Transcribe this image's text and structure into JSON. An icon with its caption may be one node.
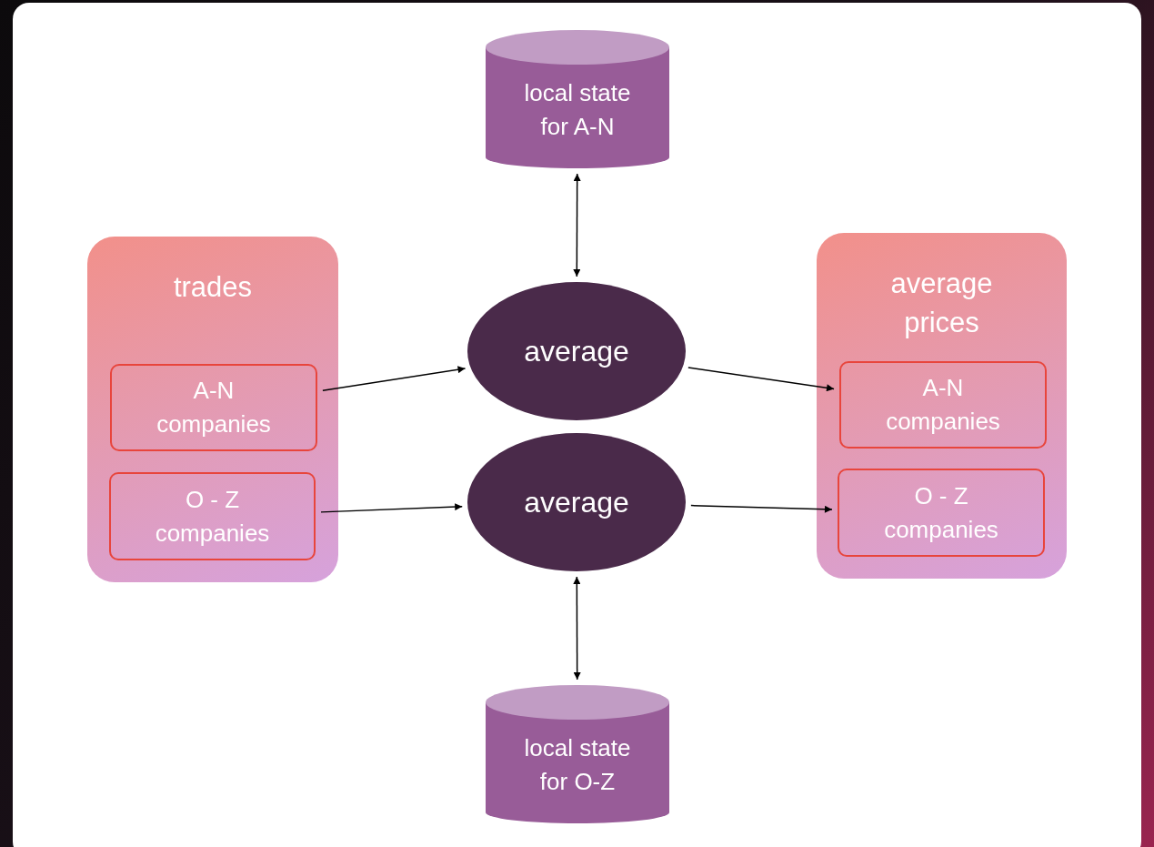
{
  "diagram": {
    "nodes": [
      {
        "text": [
          "local state for A-N"
        ]
      },
      {
        "text": [
          "trades"
        ]
      },
      {
        "text": [
          "A-N companies"
        ],
        "in": 1
      },
      {
        "text": [
          "O - Z companies"
        ],
        "in": 1
      },
      {
        "text": [
          "average"
        ]
      },
      {
        "text": [
          "average prices"
        ]
      },
      {
        "text": [
          "A-N companies"
        ],
        "in": 5
      },
      {
        "text": [
          "O - Z companies"
        ],
        "in": 5
      },
      {
        "text": [
          "average"
        ]
      },
      {
        "text": [
          "local state for O-Z"
        ]
      }
    ],
    "edges": [
      {
        "from": 0,
        "to": 4,
        "arrow": "both"
      },
      {
        "from": 2,
        "to": 4,
        "arrow": "to"
      },
      {
        "from": 4,
        "to": 6,
        "arrow": "to"
      },
      {
        "from": 3,
        "to": 8,
        "arrow": "to"
      },
      {
        "from": 8,
        "to": 7,
        "arrow": "to"
      },
      {
        "from": 8,
        "to": 9,
        "arrow": "both"
      }
    ]
  }
}
